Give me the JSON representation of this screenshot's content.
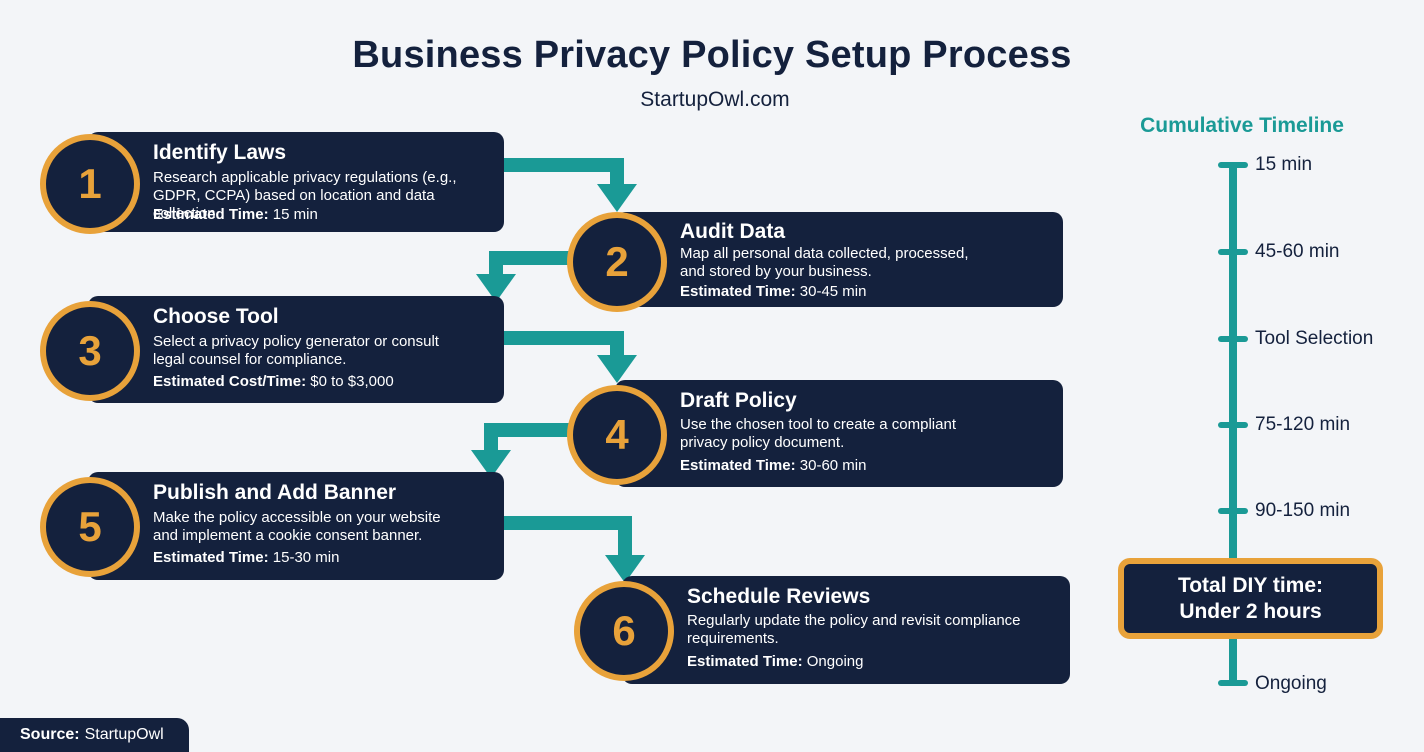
{
  "header": {
    "title": "Business Privacy Policy Setup Process",
    "subtitle": "StartupOwl.com"
  },
  "steps": [
    {
      "number": "1",
      "title": "Identify Laws",
      "description": "Research applicable privacy regulations (e.g.,\nGDPR, CCPA) based on location and data collection.",
      "estimate_label": "Estimated Time:",
      "estimate_value": "15 min"
    },
    {
      "number": "2",
      "title": "Audit Data",
      "description": "Map all personal data collected, processed,\nand stored by your business.",
      "estimate_label": "Estimated Time:",
      "estimate_value": "30-45 min"
    },
    {
      "number": "3",
      "title": "Choose Tool",
      "description": "Select a privacy policy generator or consult\nlegal counsel for compliance.",
      "estimate_label": "Estimated Cost/Time:",
      "estimate_value": "$0 to $3,000"
    },
    {
      "number": "4",
      "title": "Draft Policy",
      "description": "Use the chosen tool to create a compliant\nprivacy policy document.",
      "estimate_label": "Estimated Time:",
      "estimate_value": "30-60 min"
    },
    {
      "number": "5",
      "title": "Publish and Add Banner",
      "description": "Make the policy accessible on your website\nand implement a cookie consent banner.",
      "estimate_label": "Estimated Time:",
      "estimate_value": "15-30 min"
    },
    {
      "number": "6",
      "title": "Schedule Reviews",
      "description": "Regularly update the policy and revisit compliance\nrequirements.",
      "estimate_label": "Estimated Time:",
      "estimate_value": "Ongoing"
    }
  ],
  "timeline": {
    "title": "Cumulative Timeline",
    "markers": [
      "15 min",
      "45-60 min",
      "Tool Selection",
      "75-120 min",
      "90-150 min",
      "Ongoing"
    ],
    "total_line1": "Total DIY time:",
    "total_line2": "Under 2 hours"
  },
  "source": {
    "label": "Source:",
    "value": "StartupOwl"
  },
  "colors": {
    "navy": "#14213d",
    "accent_orange": "#e8a23a",
    "teal": "#1a9a96",
    "background": "#f3f5f8"
  }
}
